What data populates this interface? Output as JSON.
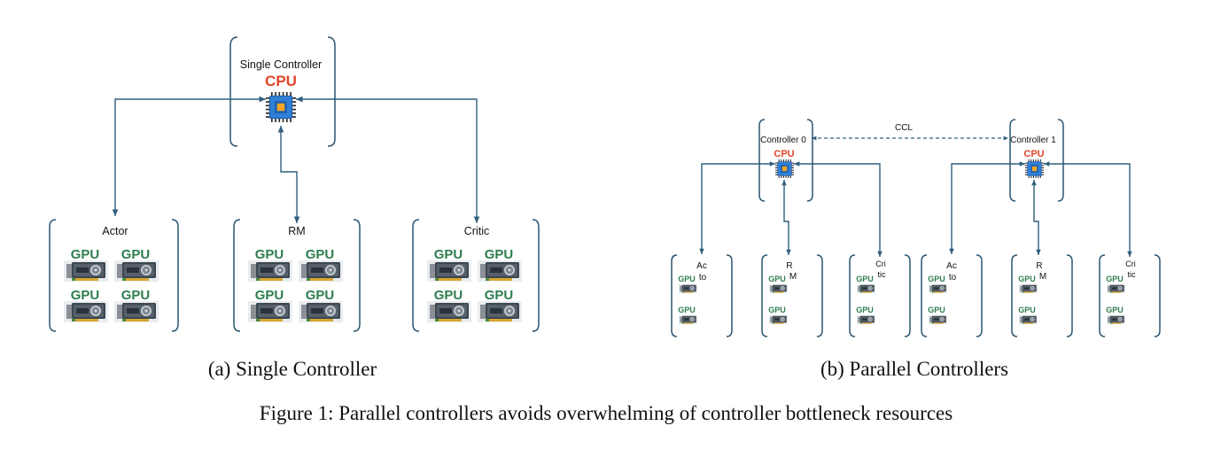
{
  "panel_a": {
    "controller_label": "Single Controller",
    "cpu_label": "CPU",
    "groups": [
      {
        "label": "Actor",
        "gpus": [
          "GPU",
          "GPU",
          "GPU",
          "GPU"
        ]
      },
      {
        "label": "RM",
        "gpus": [
          "GPU",
          "GPU",
          "GPU",
          "GPU"
        ]
      },
      {
        "label": "Critic",
        "gpus": [
          "GPU",
          "GPU",
          "GPU",
          "GPU"
        ]
      }
    ],
    "caption": "(a) Single Controller"
  },
  "panel_b": {
    "link_label": "CCL",
    "controllers": [
      {
        "label": "Controller 0",
        "cpu_label": "CPU"
      },
      {
        "label": "Controller 1",
        "cpu_label": "CPU"
      }
    ],
    "groups": [
      {
        "label_line1": "Ac",
        "label_line2": "to",
        "gpus": [
          "GPU",
          "GPU"
        ]
      },
      {
        "label_line1": "R",
        "label_line2": "M",
        "gpus": [
          "GPU",
          "GPU"
        ]
      },
      {
        "label_line1": "Cri",
        "label_line2": "tic",
        "gpus": [
          "GPU",
          "GPU"
        ]
      },
      {
        "label_line1": "Ac",
        "label_line2": "to",
        "gpus": [
          "GPU",
          "GPU"
        ]
      },
      {
        "label_line1": "R",
        "label_line2": "M",
        "gpus": [
          "GPU",
          "GPU"
        ]
      },
      {
        "label_line1": "Cri",
        "label_line2": "tic",
        "gpus": [
          "GPU",
          "GPU"
        ]
      }
    ],
    "caption": "(b) Parallel Controllers"
  },
  "figure_caption": "Figure 1: Parallel controllers avoids overwhelming of controller bottleneck resources",
  "colors": {
    "gpu_text": "#2e7d4f",
    "cpu_text": "#e0452b",
    "wire": "#2e5f7c",
    "chip_blue": "#2f7fd6",
    "chip_core": "#f5a623"
  }
}
